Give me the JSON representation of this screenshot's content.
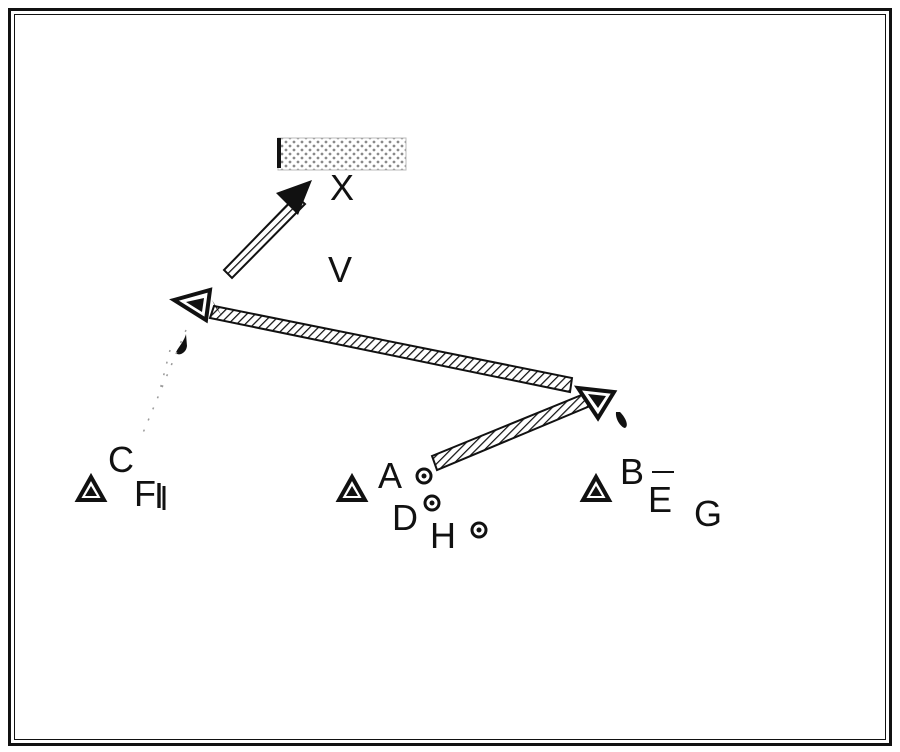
{
  "labels": {
    "x": "X",
    "v": "V",
    "a": "A",
    "b": "B",
    "c": "C",
    "d": "D",
    "e": "E",
    "f": "F",
    "g": "G",
    "h": "H",
    "i": "I"
  },
  "colors": {
    "ink": "#111111",
    "paper": "#ffffff",
    "hatch": "#9a9a9a"
  }
}
